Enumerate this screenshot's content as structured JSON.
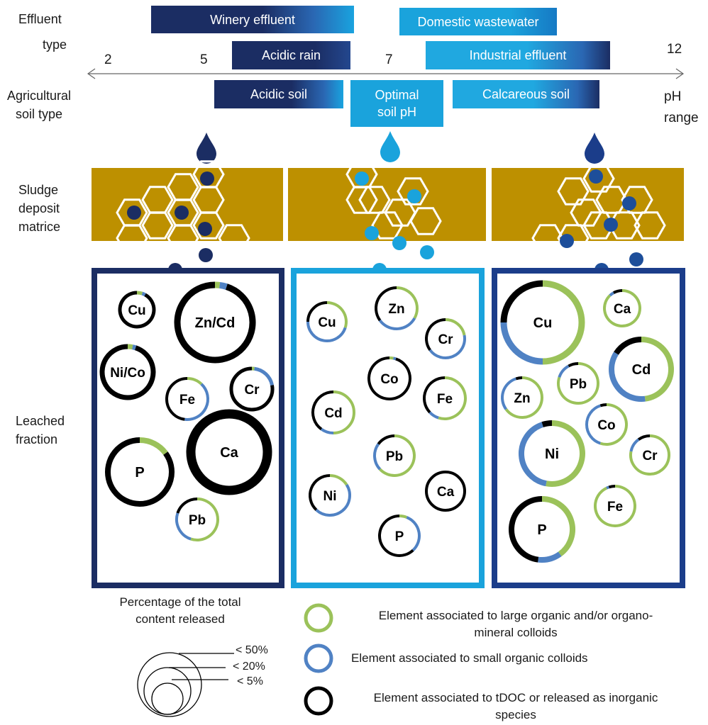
{
  "left_labels": {
    "effluent_line1": "Effluent",
    "effluent_line2": "type",
    "agri_line1": "Agricultural",
    "agri_line2": "soil type",
    "sludge_line1": "Sludge",
    "sludge_line2": "deposit",
    "sludge_line3": "matrice",
    "leached_line1": "Leached",
    "leached_line2": "fraction"
  },
  "ph_axis": {
    "ticks": [
      "2",
      "5",
      "7",
      "12"
    ],
    "range_line1": "pH",
    "range_line2": "range"
  },
  "effluent_boxes": {
    "winery": "Winery effluent",
    "acidic_rain": "Acidic rain",
    "domestic": "Domestic wastewater",
    "industrial": "Industrial effluent"
  },
  "soil_boxes": {
    "acidic": "Acidic soil",
    "optimal_line1": "Optimal",
    "optimal_line2": "soil pH",
    "calcareous": "Calcareous soil"
  },
  "colors": {
    "dark_navy": "#1b2d63",
    "light_blue": "#1aa3dc",
    "mid_blue": "#1d4e9a",
    "sludge": "#bd9000",
    "green": "#9bc25a",
    "blue": "#5082c4",
    "black": "#000000"
  },
  "panels": [
    {
      "elements": [
        "Cu",
        "Zn/Cd",
        "Ni/Co",
        "Fe",
        "Cr",
        "Ca",
        "P",
        "Pb"
      ]
    },
    {
      "elements": [
        "Cu",
        "Zn",
        "Cr",
        "Co",
        "Fe",
        "Cd",
        "Pb",
        "Ni",
        "Ca",
        "P"
      ]
    },
    {
      "elements": [
        "Cu",
        "Ca",
        "Cd",
        "Pb",
        "Zn",
        "Co",
        "Ni",
        "Cr",
        "Fe",
        "P"
      ]
    }
  ],
  "legend": {
    "size_title_line1": "Percentage of the total",
    "size_title_line2": "content released",
    "size_50": "< 50%",
    "size_20": "< 20%",
    "size_5": "< 5%",
    "green_line1": "Element associated to large organic and/or organo-",
    "green_line2": "mineral colloids",
    "blue_line1": "Element associated to small organic colloids",
    "black_line1": "Element associated to tDOC or released as inorganic",
    "black_line2": "species"
  }
}
